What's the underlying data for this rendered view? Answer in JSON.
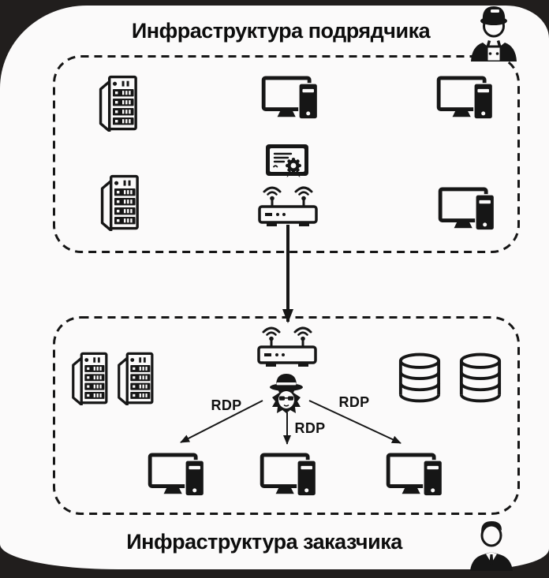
{
  "colors": {
    "background": "#211e1d",
    "card": "#fbfafa",
    "ink": "#161616"
  },
  "contractor_zone": {
    "title": "Инфраструктура подрядчика",
    "actor_icon": "worker-icon",
    "icons": [
      "server-rack",
      "workstation",
      "workstation",
      "certificate",
      "server-rack",
      "wifi-router",
      "workstation"
    ]
  },
  "customer_zone": {
    "title": "Инфраструктура заказчика",
    "actor_icon": "businessman-icon",
    "icons": [
      "server-rack",
      "server-rack",
      "wifi-router",
      "hacker-spy",
      "database",
      "database",
      "workstation",
      "workstation",
      "workstation"
    ]
  },
  "connections": {
    "main_arrow": "contractor-router-to-customer-router",
    "rdp_labels": [
      "RDP",
      "RDP",
      "RDP"
    ]
  }
}
